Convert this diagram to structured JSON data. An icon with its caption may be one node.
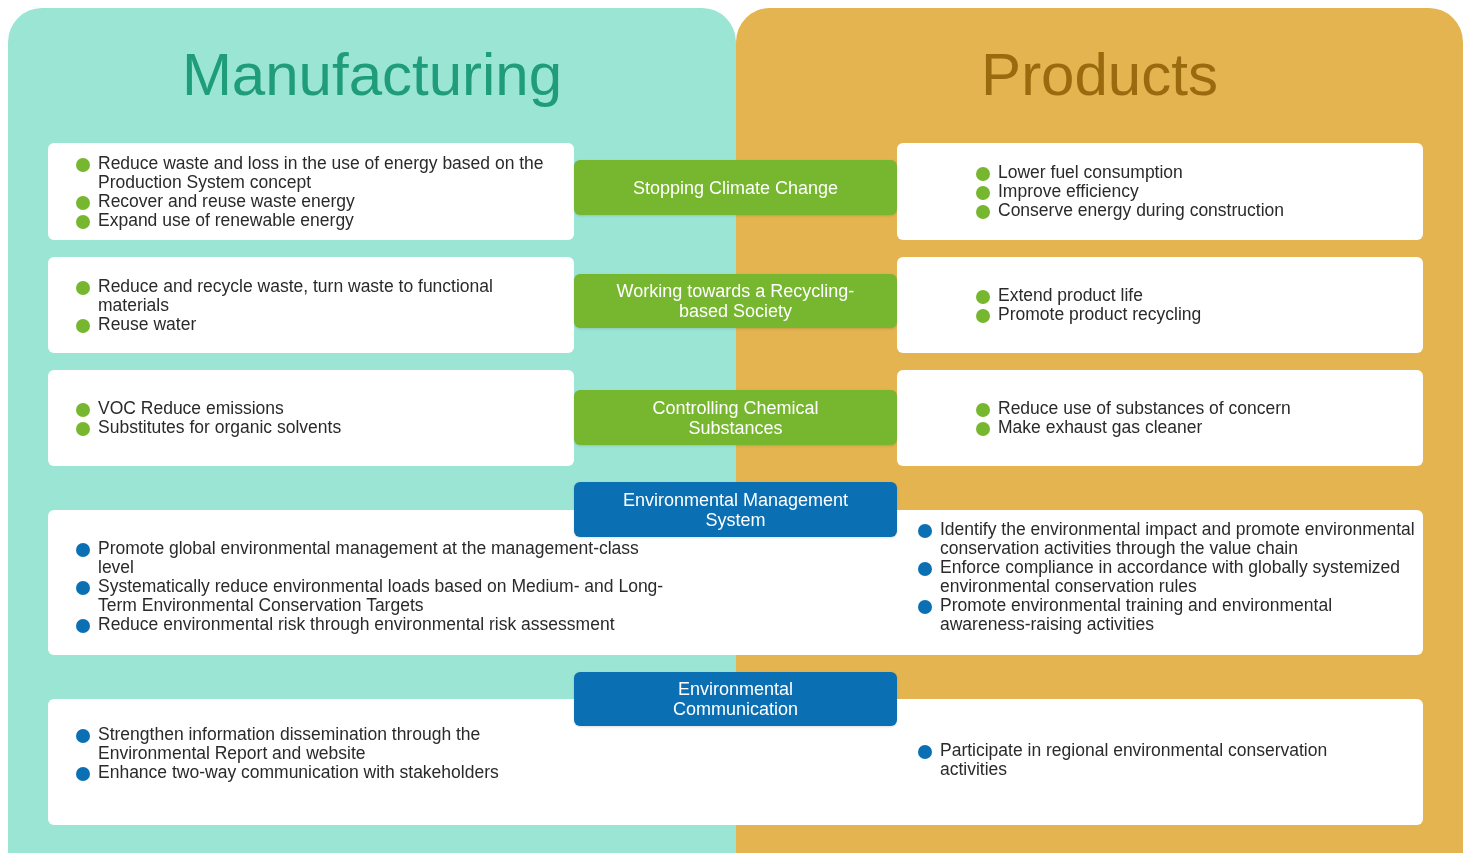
{
  "diagram": {
    "nodes": [
      {
        "text": [
          "Manufacturing"
        ]
      },
      {
        "text": [
          "Products"
        ]
      },
      {
        "text": [
          "Reduce waste and loss in the use of energy based on the Production System concept",
          "Recover and reuse waste energy",
          "Expand use of renewable energy"
        ],
        "in": 0
      },
      {
        "text": [
          "Stopping Climate Change"
        ]
      },
      {
        "text": [
          "Lower fuel consumption",
          "Improve efficiency",
          "Conserve energy during construction"
        ],
        "in": 1
      },
      {
        "text": [
          "Reduce and recycle waste, turn waste to functional materials",
          "Reuse water"
        ],
        "in": 0
      },
      {
        "text": [
          "Working towards a Recycling-based Society"
        ]
      },
      {
        "text": [
          "Extend product life",
          "Promote product recycling"
        ],
        "in": 1
      },
      {
        "text": [
          "VOC Reduce emissions",
          "Substitutes for organic solvents"
        ],
        "in": 0
      },
      {
        "text": [
          "Controlling Chemical Substances"
        ]
      },
      {
        "text": [
          "Reduce use of substances of concern",
          "Make exhaust gas cleaner"
        ],
        "in": 1
      },
      {
        "text": [
          "Promote global environmental management at the management-class level",
          "Systematically reduce environmental loads based on Medium- and Long-Term Environmental Conservation Targets",
          "Reduce environmental risk through environmental risk assessment",
          "Identify the environmental impact and promote environmental conservation activities through the value chain",
          "Enforce compliance in accordance with globally systemized environmental conservation rules",
          "Promote environmental training and environmental awareness-raising activities"
        ]
      },
      {
        "text": [
          "Environmental Management System"
        ]
      },
      {
        "text": [
          "Strengthen information dissemination through the Environmental Report and website",
          "Enhance two-way communication with stakeholders",
          "Participate in regional environmental conservation activities"
        ]
      },
      {
        "text": [
          "Environmental Communication"
        ]
      }
    ]
  }
}
